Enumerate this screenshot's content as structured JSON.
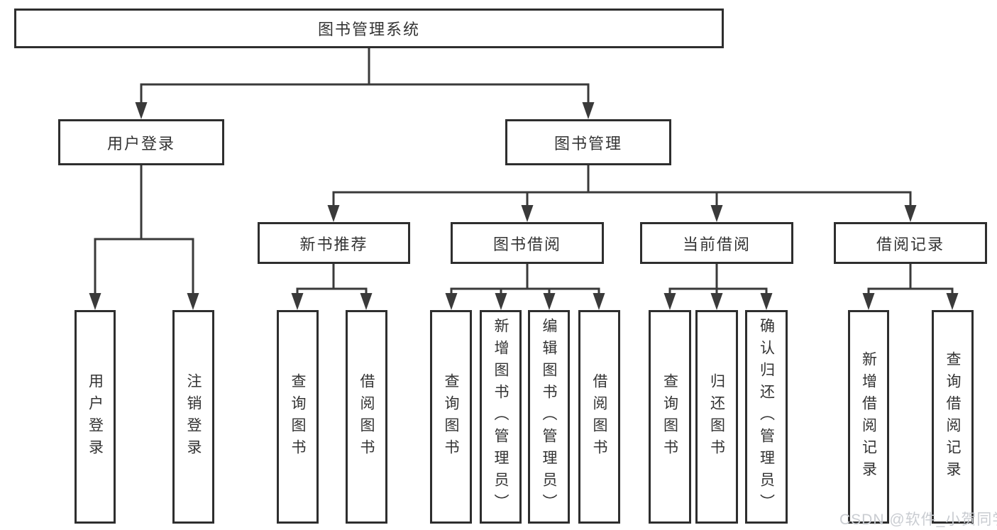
{
  "colors": {
    "line": "#3a3a3a",
    "box_border": "#2e2e2e",
    "box_fill": "#ffffff",
    "text": "#333333",
    "watermark_text": "#c9ccd1",
    "background": "#ffffff"
  },
  "tree": {
    "root": {
      "label": "图书管理系统"
    },
    "branches": [
      {
        "label": "用户登录",
        "children": [
          "用户登录",
          "注销登录"
        ]
      },
      {
        "label": "图书管理",
        "children": [
          {
            "label": "新书推荐",
            "children": [
              "查询图书",
              "借阅图书"
            ]
          },
          {
            "label": "图书借阅",
            "children": [
              "查询图书",
              "新增图书（管理员）",
              "编辑图书（管理员）",
              "借阅图书"
            ]
          },
          {
            "label": "当前借阅",
            "children": [
              "查询图书",
              "归还图书",
              "确认归还（管理员）"
            ]
          },
          {
            "label": "借阅记录",
            "children": [
              "新增借阅记录",
              "查询借阅记录"
            ]
          }
        ]
      }
    ]
  },
  "watermark": "CSDN @软件_小贺同学"
}
